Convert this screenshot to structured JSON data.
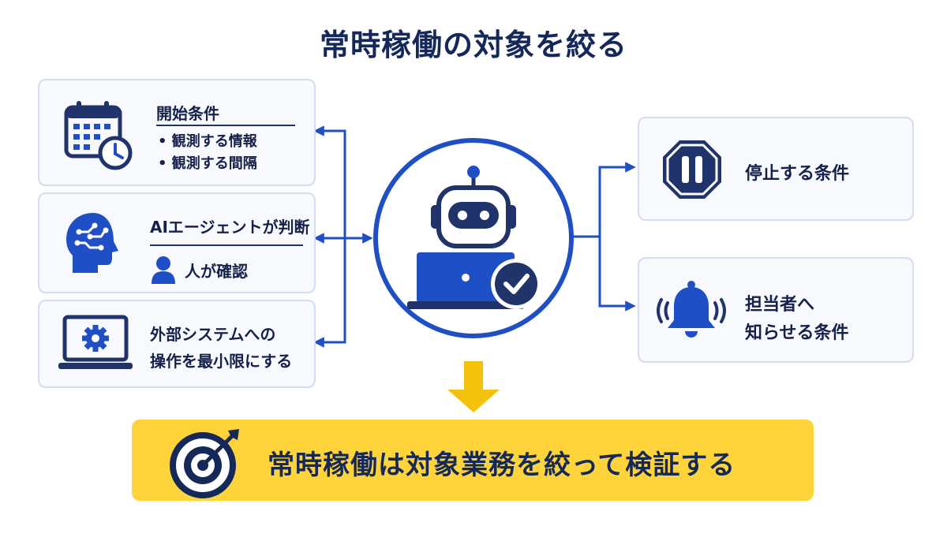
{
  "title": "常時稼働の対象を絞る",
  "left_cards": {
    "start": {
      "heading": "開始条件",
      "items": [
        "観測する情報",
        "観測する間隔"
      ],
      "icon": "calendar-clock-icon"
    },
    "judgement": {
      "line1": "AIエージェントが判断",
      "line2": "人が確認",
      "icons": [
        "brain-circuit-icon",
        "person-icon"
      ]
    },
    "external": {
      "line1": "外部システムへの",
      "line2": "操作を最小限にする",
      "icon": "laptop-gear-icon"
    }
  },
  "center": {
    "icon": "robot-laptop-check-icon"
  },
  "right_cards": {
    "stop": {
      "label": "停止する条件",
      "icon": "stop-sign-pause-icon"
    },
    "notify": {
      "line1": "担当者へ",
      "line2": "知らせる条件",
      "icon": "bell-ringing-icon"
    }
  },
  "conclusion": {
    "text": "常時稼働は対象業務を絞って検証する",
    "icon": "target-arrow-icon"
  },
  "colors": {
    "primary_blue": "#1f4fc7",
    "navy": "#14285a",
    "banner_yellow": "#ffd43a",
    "down_arrow_yellow": "#f4c20d",
    "card_border": "#d3def1"
  }
}
